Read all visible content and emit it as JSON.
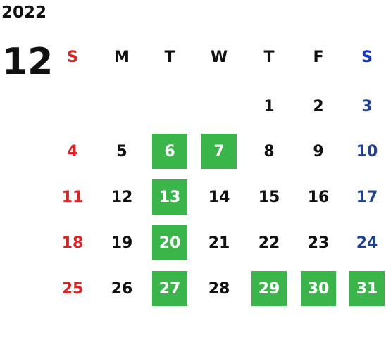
{
  "calendar": {
    "year": "2022",
    "month": "12",
    "weekdays": [
      "S",
      "M",
      "T",
      "W",
      "T",
      "F",
      "S"
    ],
    "weeks": [
      [
        "",
        "",
        "",
        "",
        "1",
        "2",
        "3"
      ],
      [
        "4",
        "5",
        "6",
        "7",
        "8",
        "9",
        "10"
      ],
      [
        "11",
        "12",
        "13",
        "14",
        "15",
        "16",
        "17"
      ],
      [
        "18",
        "19",
        "20",
        "21",
        "22",
        "23",
        "24"
      ],
      [
        "25",
        "26",
        "27",
        "28",
        "29",
        "30",
        "31"
      ]
    ],
    "highlighted_days": [
      "6",
      "7",
      "13",
      "20",
      "27",
      "29",
      "30",
      "31"
    ],
    "colors": {
      "sunday": "#dd2222",
      "saturday_header": "#1133cc",
      "saturday": "#1f3f8f",
      "highlight": "#3ab54a"
    }
  }
}
